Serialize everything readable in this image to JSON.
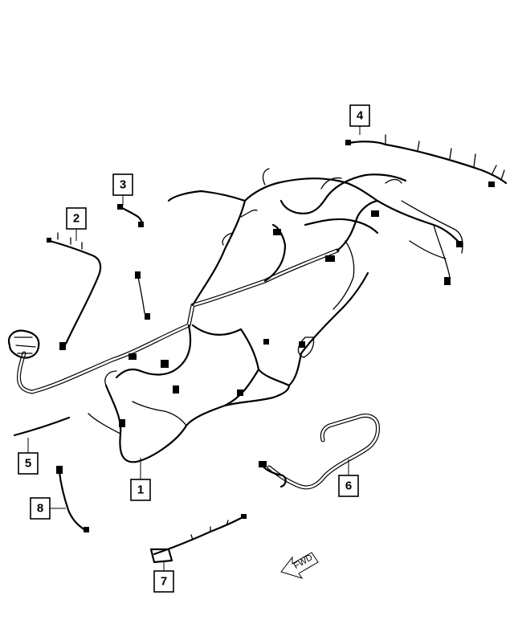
{
  "callouts": [
    {
      "id": "1",
      "label": "1"
    },
    {
      "id": "2",
      "label": "2"
    },
    {
      "id": "3",
      "label": "3"
    },
    {
      "id": "4",
      "label": "4"
    },
    {
      "id": "5",
      "label": "5"
    },
    {
      "id": "6",
      "label": "6"
    },
    {
      "id": "7",
      "label": "7"
    },
    {
      "id": "8",
      "label": "8"
    }
  ],
  "direction_indicator": {
    "label": "FWD",
    "icon": "forward-arrow-icon"
  }
}
